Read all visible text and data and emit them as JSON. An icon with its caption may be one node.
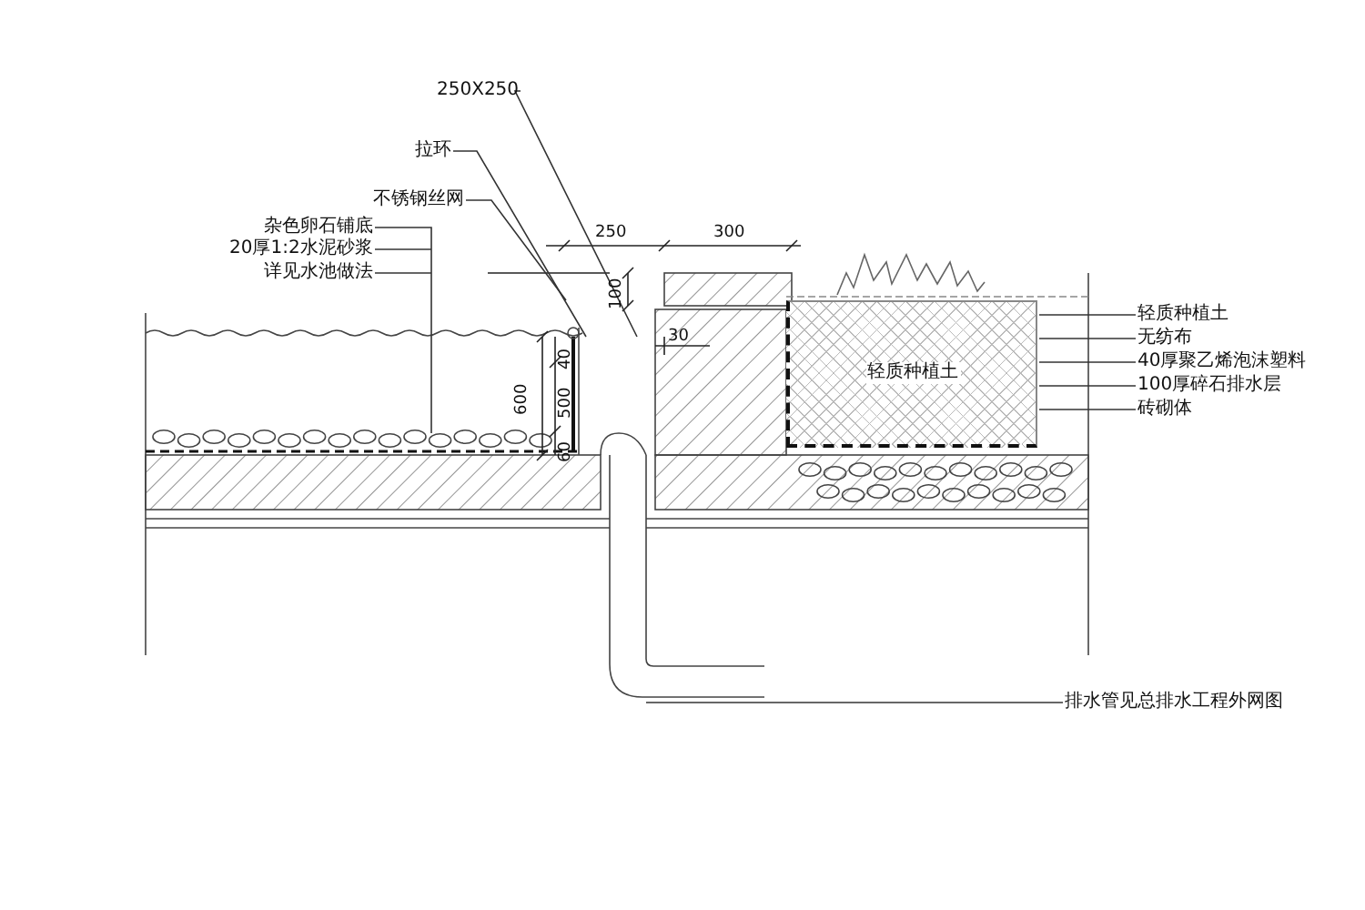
{
  "diagram": {
    "nodes": [
      {
        "text": [
          "250X250"
        ]
      },
      {
        "text": [
          "拉环"
        ]
      },
      {
        "text": [
          "不锈钢丝网"
        ]
      },
      {
        "text": [
          "杂色卵石铺底"
        ]
      },
      {
        "text": [
          "20厚1:2水泥砂浆"
        ]
      },
      {
        "text": [
          "详见水池做法"
        ]
      },
      {
        "text": [
          "轻质种植土"
        ]
      },
      {
        "text": [
          "无纺布"
        ]
      },
      {
        "text": [
          "40厚聚乙烯泡沫塑料"
        ]
      },
      {
        "text": [
          "100厚碎石排水层"
        ]
      },
      {
        "text": [
          "砖砌体"
        ]
      },
      {
        "text": [
          "排水管见总排水工程外网图"
        ]
      },
      {
        "text": [
          "轻质种植土"
        ]
      }
    ],
    "edges": [
      {
        "from": 0,
        "to": null,
        "arrow": "none"
      },
      {
        "from": 1,
        "to": null,
        "arrow": "none"
      },
      {
        "from": 2,
        "to": null,
        "arrow": "none"
      },
      {
        "from": 3,
        "to": null,
        "arrow": "none"
      },
      {
        "from": 4,
        "to": null,
        "arrow": "none"
      },
      {
        "from": 5,
        "to": null,
        "arrow": "none"
      },
      {
        "from": 6,
        "to": 12,
        "arrow": "none"
      },
      {
        "from": 7,
        "to": 12,
        "arrow": "none"
      },
      {
        "from": 8,
        "to": 12,
        "arrow": "none"
      },
      {
        "from": 9,
        "to": 12,
        "arrow": "none"
      },
      {
        "from": 10,
        "to": 12,
        "arrow": "none"
      },
      {
        "from": 11,
        "to": null,
        "arrow": "none"
      }
    ],
    "labels": [
      "250",
      "300",
      "100",
      "30",
      "600",
      "40",
      "500",
      "60"
    ]
  }
}
